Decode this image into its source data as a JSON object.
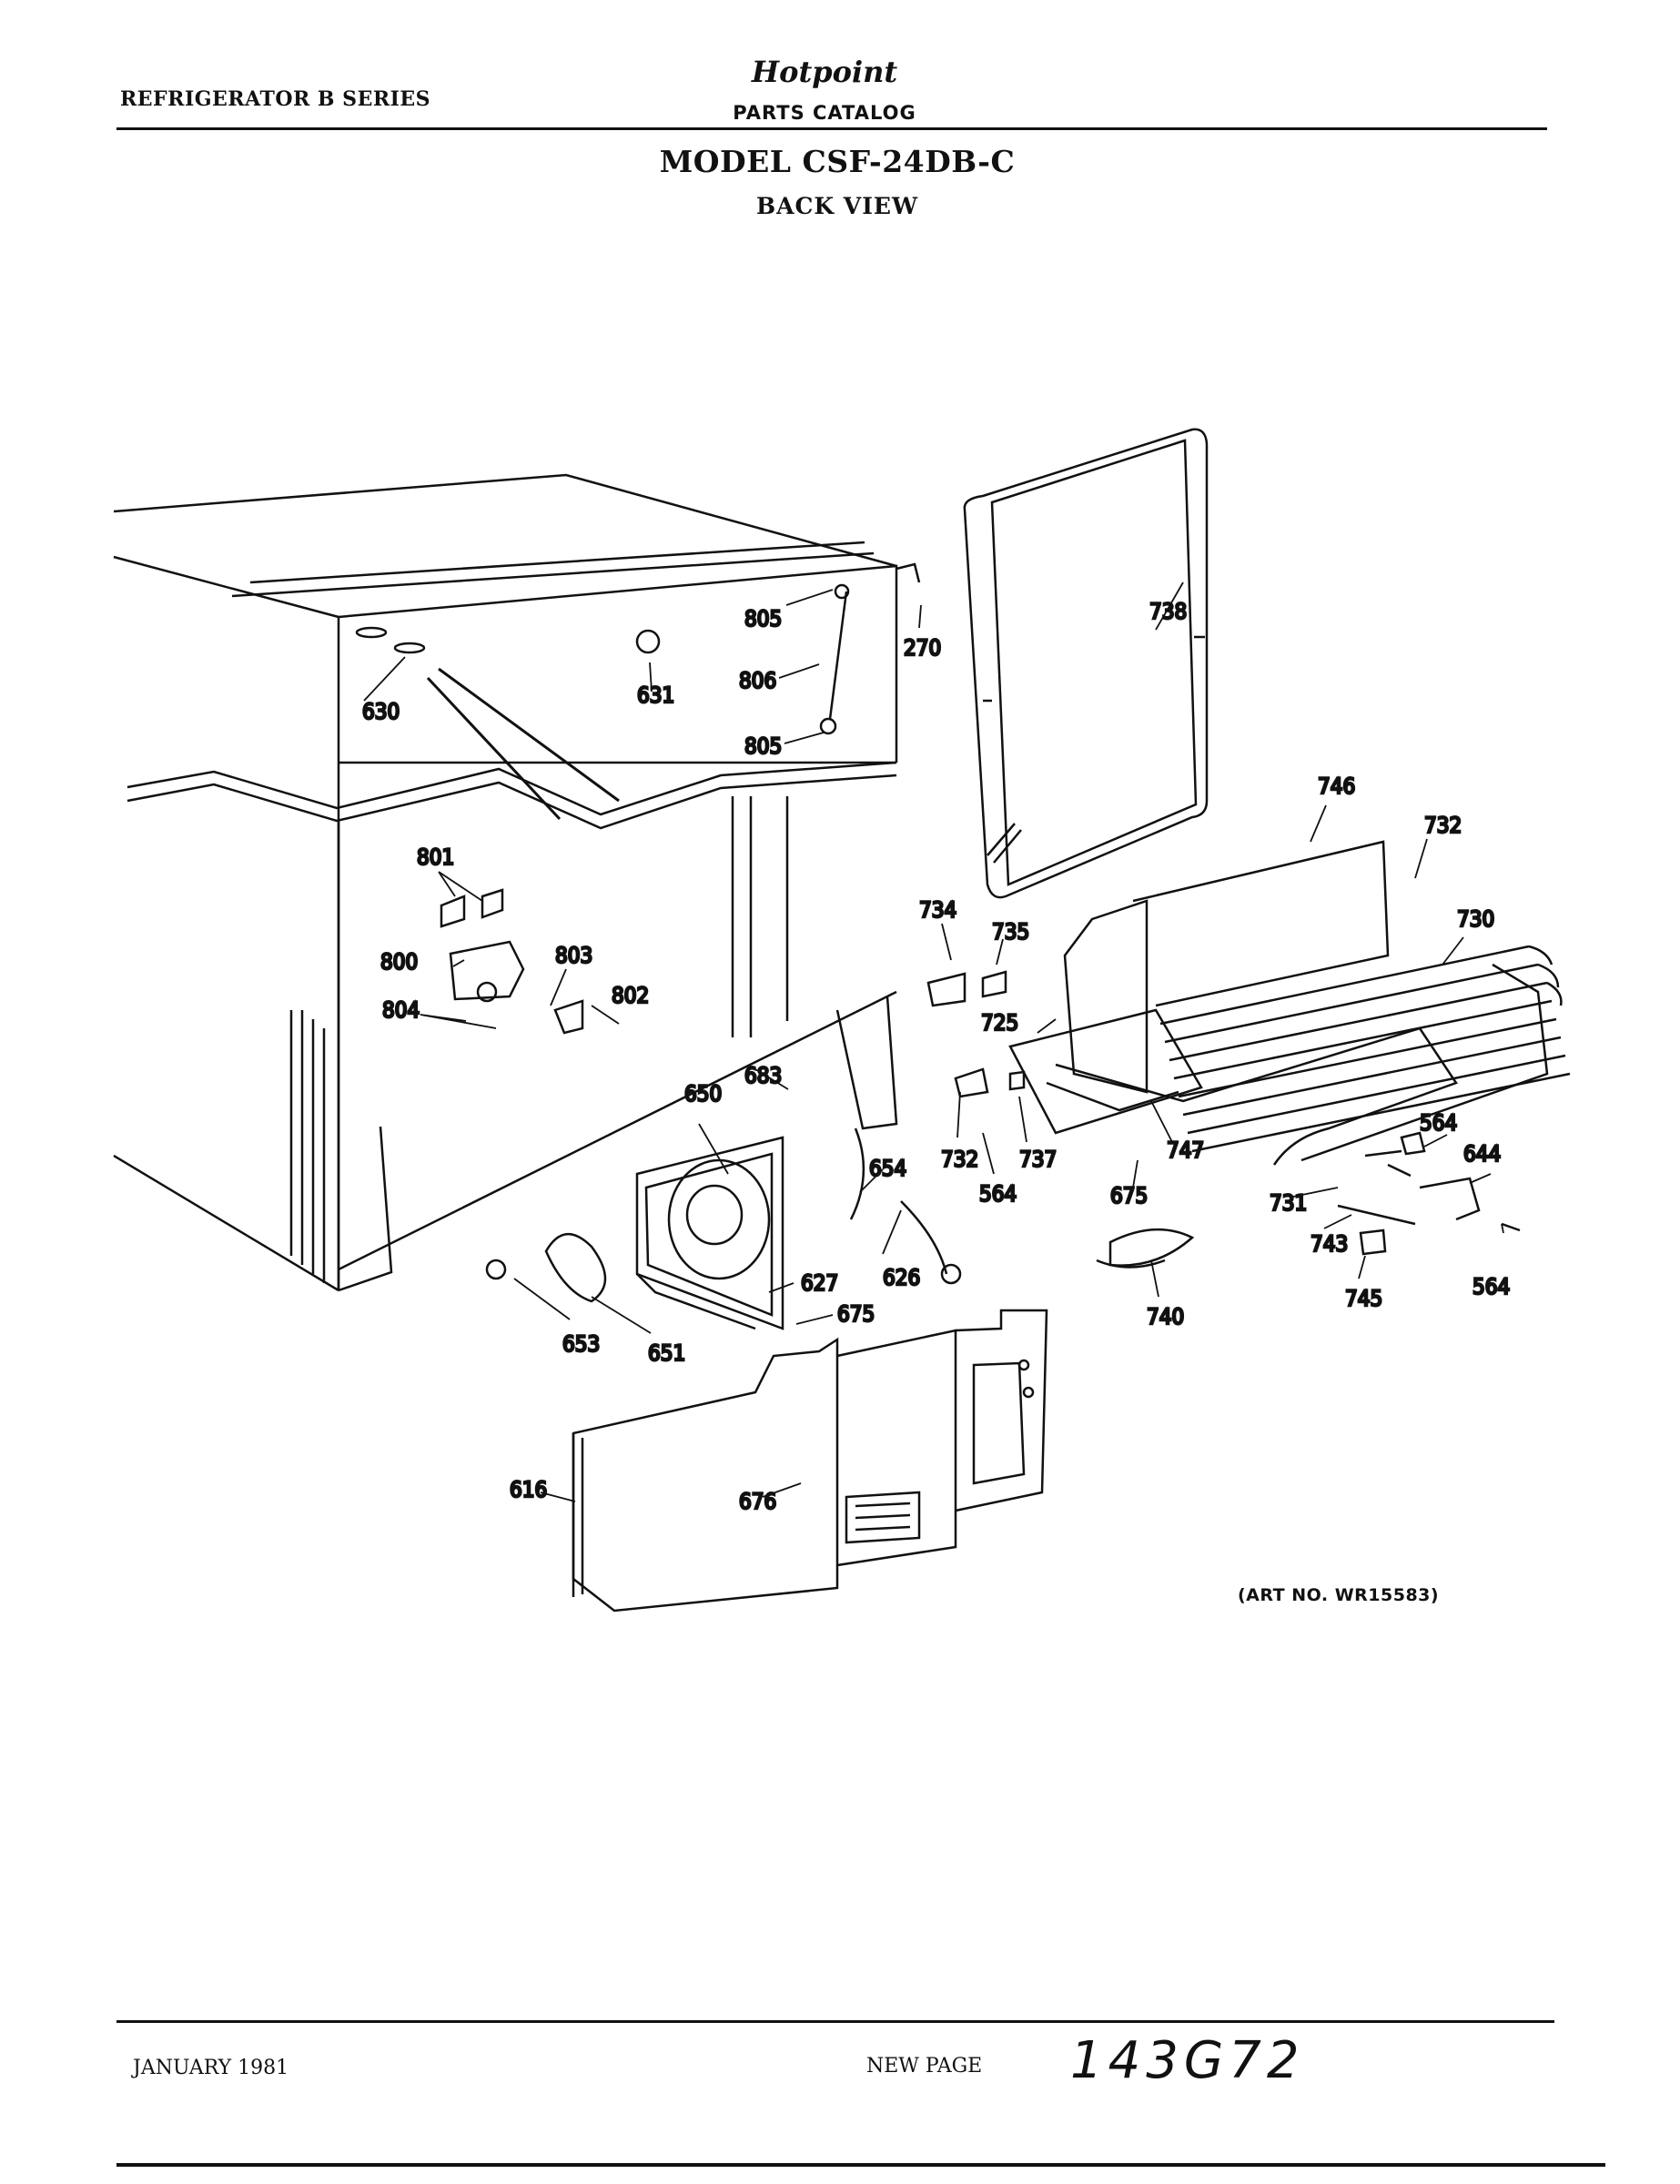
{
  "header": {
    "series": "REFRIGERATOR B SERIES",
    "brand": "Hotpoint",
    "catalog": "PARTS CATALOG"
  },
  "title": {
    "model": "MODEL CSF-24DB-C",
    "view": "BACK VIEW"
  },
  "art_number": "(ART NO. WR15583)",
  "footer": {
    "date": "JANUARY 1981",
    "new_page": "NEW PAGE",
    "page_number": "143G72"
  },
  "part_labels": [
    "805",
    "270",
    "738",
    "806",
    "630",
    "631",
    "805",
    "746",
    "732",
    "730",
    "801",
    "734",
    "735",
    "800",
    "803",
    "802",
    "725",
    "804",
    "683",
    "650",
    "732",
    "737",
    "564",
    "747",
    "564",
    "644",
    "654",
    "564",
    "675",
    "731",
    "743",
    "745",
    "564",
    "627",
    "626",
    "675",
    "740",
    "653",
    "651",
    "616",
    "676"
  ]
}
